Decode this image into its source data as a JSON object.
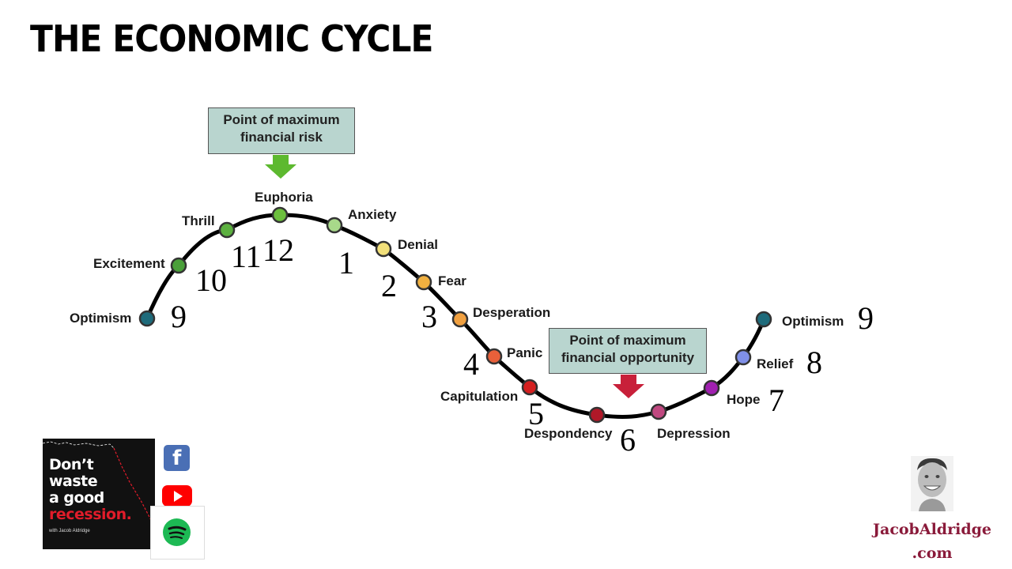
{
  "title": "THE ECONOMIC CYCLE",
  "callouts": {
    "risk": {
      "line1": "Point of maximum",
      "line2": "financial risk"
    },
    "opportunity": {
      "line1": "Point of maximum",
      "line2": "financial opportunity"
    }
  },
  "stages": [
    {
      "label": "Optimism",
      "number": "9",
      "color": "#1e6b7b"
    },
    {
      "label": "Excitement",
      "number": "10",
      "color": "#4aa03a"
    },
    {
      "label": "Thrill",
      "number": "11",
      "color": "#5cb040"
    },
    {
      "label": "Euphoria",
      "number": "12",
      "color": "#6cbf3e"
    },
    {
      "label": "Anxiety",
      "number": "1",
      "color": "#a8d98a"
    },
    {
      "label": "Denial",
      "number": "2",
      "color": "#f2e07a"
    },
    {
      "label": "Fear",
      "number": "3",
      "color": "#f0b040"
    },
    {
      "label": "Desperation",
      "number": "3",
      "color": "#f0a040"
    },
    {
      "label": "Panic",
      "number": "4",
      "color": "#e8603a"
    },
    {
      "label": "Capitulation",
      "number": "5",
      "color": "#d42020"
    },
    {
      "label": "Despondency",
      "number": "6",
      "color": "#b01828"
    },
    {
      "label": "Depression",
      "number": "6",
      "color": "#c04880"
    },
    {
      "label": "Hope",
      "number": "7",
      "color": "#a020b0"
    },
    {
      "label": "Relief",
      "number": "8",
      "color": "#8090e8"
    },
    {
      "label": "Optimism",
      "number": "9",
      "color": "#1e6b7b"
    }
  ],
  "arrows": {
    "risk_color": "#5db92f",
    "opportunity_color": "#c8203a"
  },
  "podcast": {
    "line1": "Don’t",
    "line2": "waste",
    "line3": "a good",
    "line4": "recession.",
    "byline": "with Jacob Aldridge"
  },
  "social": {
    "facebook_icon": "facebook-icon",
    "youtube_icon": "youtube-icon",
    "spotify_icon": "spotify-icon"
  },
  "website": {
    "line1": "JacobAldridge",
    "line2": ".com"
  }
}
